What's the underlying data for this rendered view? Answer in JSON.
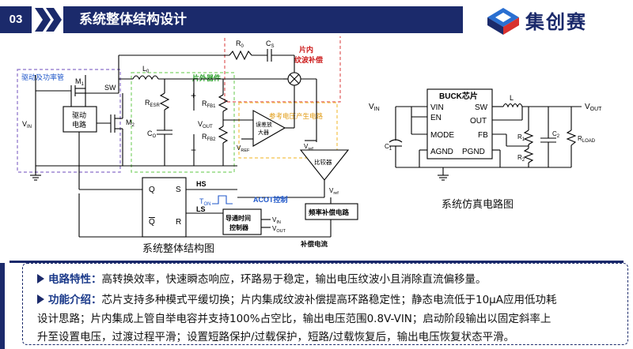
{
  "header": {
    "section_number": "03",
    "title": "系统整体结构设计",
    "logo_text": "集创赛"
  },
  "diagram_left": {
    "caption": "系统整体结构图",
    "labels": {
      "vin": "V",
      "vin_sub": "IN",
      "driver_group": "驱动及功率管",
      "m1": "M",
      "m1_sub": "1",
      "m2": "M",
      "m2_sub": "2",
      "sw": "SW",
      "drive_block_l1": "驱动",
      "drive_block_l2": "电路",
      "l0": "L",
      "l0_sub": "0",
      "external_group": "片外器件",
      "resr": "R",
      "resr_sub": "ESR",
      "co": "C",
      "co_sub": "O",
      "vout": "V",
      "vout_sub": "OUT",
      "plus": "+",
      "minus": "−",
      "rfb1": "R",
      "rfb1_sub": "FB1",
      "rfb2": "R",
      "rfb2_sub": "FB2",
      "r0": "R",
      "r0_sub": "0",
      "cs": "C",
      "cs_sub": "S",
      "ripple_group_l1": "片内",
      "ripple_group_l2": "纹波补偿",
      "vref_group": "参考电压产生电路",
      "err_amp_l1": "误差放",
      "err_amp_l2": "大器",
      "vref_a": "V",
      "vref_a_sub": "REF",
      "vref_b": "V",
      "vref_b_sub": "ref",
      "comparator": "比较器",
      "q": "Q",
      "qbar": "Q",
      "s": "S",
      "r": "R",
      "hs": "HS",
      "ls": "LS",
      "ton": "T",
      "ton_sub": "ON",
      "acot": "ACOT控制",
      "ontime_l1": "导通时间",
      "ontime_l2": "控制器",
      "ot_vin": "V",
      "ot_vin_sub": "IN",
      "ot_vout": "V",
      "ot_vout_sub": "OUT",
      "vref_c": "V",
      "vref_c_sub": "ref",
      "freq_comp": "频率补偿电路",
      "comp_current": "补偿电流"
    }
  },
  "diagram_right": {
    "caption": "系统仿真电路图",
    "labels": {
      "chip": "BUCK芯片",
      "vin": "V",
      "vin_sub": "IN",
      "pin_vin": "VIN",
      "pin_en": "EN",
      "pin_mode": "MODE",
      "pin_agnd": "AGND",
      "pin_sw": "SW",
      "pin_out": "OUT",
      "pin_fb": "FB",
      "pin_pgnd": "PGND",
      "c1": "C",
      "c1_sub": "1",
      "l": "L",
      "vout": "V",
      "vout_sub": "OUT",
      "r1": "R",
      "r1_sub": "1",
      "r2": "R",
      "r2_sub": "2",
      "c2": "C",
      "c2_sub": "2",
      "rload": "R",
      "rload_sub": "LOAD"
    }
  },
  "description": {
    "item1_label": "电路特性：",
    "item1_text": "高转换效率，快速瞬态响应，环路易于稳定，输出电压纹波小且消除直流偏移量。",
    "item2_label": "功能介绍：",
    "item2_line1": "芯片支持多种模式平缓切换；片内集成纹波补偿提高环路稳定性；静态电流低于10μA应用低功耗",
    "item2_line2": "设计思路；片内集成上管自举电容并支持100%占空比，输出电压范围0.8V-VIN；启动阶段输出以固定斜率上",
    "item2_line3": "升至设置电压，过渡过程平滑；设置短路保护/过载保护，短路/过载恢复后，输出电压恢复状态平滑。"
  },
  "colors": {
    "navy": "#1b2a6b",
    "driver_box": "#8a6fc9",
    "external_box": "#7fd36b",
    "ripple_box": "#e05a5a",
    "vref_box": "#f4c24a",
    "acot_text": "#1f57c9",
    "ton_text": "#1f57c9",
    "ripple_text": "#cc1a1a",
    "vref_text": "#e09a10",
    "external_text": "#2ea12e"
  }
}
